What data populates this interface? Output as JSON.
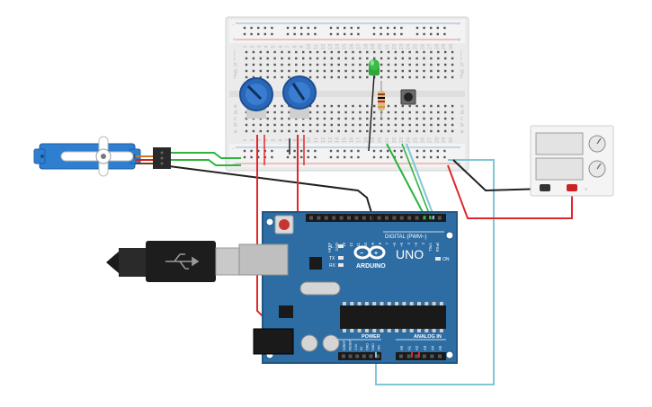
{
  "breadboard": {
    "row_letters_top": [
      "j",
      "i",
      "h",
      "g",
      "f"
    ],
    "row_letters_bottom": [
      "e",
      "d",
      "c",
      "b",
      "a"
    ],
    "column_numbers": [
      "1",
      "2",
      "3",
      "4",
      "5",
      "6",
      "7",
      "8",
      "9",
      "10",
      "11",
      "12",
      "13",
      "14",
      "15",
      "16",
      "17",
      "18",
      "19",
      "20",
      "21",
      "22",
      "23",
      "24",
      "25",
      "26",
      "27",
      "28",
      "29",
      "30"
    ],
    "rail_plus": "+",
    "rail_minus": "-"
  },
  "arduino": {
    "brand_label": "ARDUINO",
    "model_label": "UNO",
    "digital_label": "DIGITAL (PWM~)",
    "analog_label": "ANALOG IN",
    "power_label": "POWER",
    "on_label": "ON",
    "led_labels": [
      "L",
      "TX",
      "RX"
    ],
    "digital_pin_labels": [
      "AREF",
      "GND",
      "13",
      "12",
      "~11",
      "~10",
      "~9",
      "8",
      "7",
      "~6",
      "~5",
      "4",
      "~3",
      "2",
      "TX▸1",
      "RX◂0"
    ],
    "analog_pin_labels": [
      "A0",
      "A1",
      "A2",
      "A3",
      "A4",
      "A5"
    ],
    "power_pin_labels": [
      "IOREF",
      "RESET",
      "3.3V",
      "5V",
      "GND",
      "GND",
      "VIN"
    ]
  },
  "power_supply": {
    "minus_label": "-",
    "plus_label": "+"
  },
  "colors": {
    "arduino_blue": "#2d6da3",
    "arduino_dark": "#1f5684",
    "wire_red": "#e0282c",
    "wire_green": "#2db43c",
    "wire_black": "#222222",
    "wire_cyan": "#7fc6d8",
    "pot_blue": "#2a67b8",
    "servo_blue": "#2f7fd0",
    "led_green": "#2ea83a"
  }
}
